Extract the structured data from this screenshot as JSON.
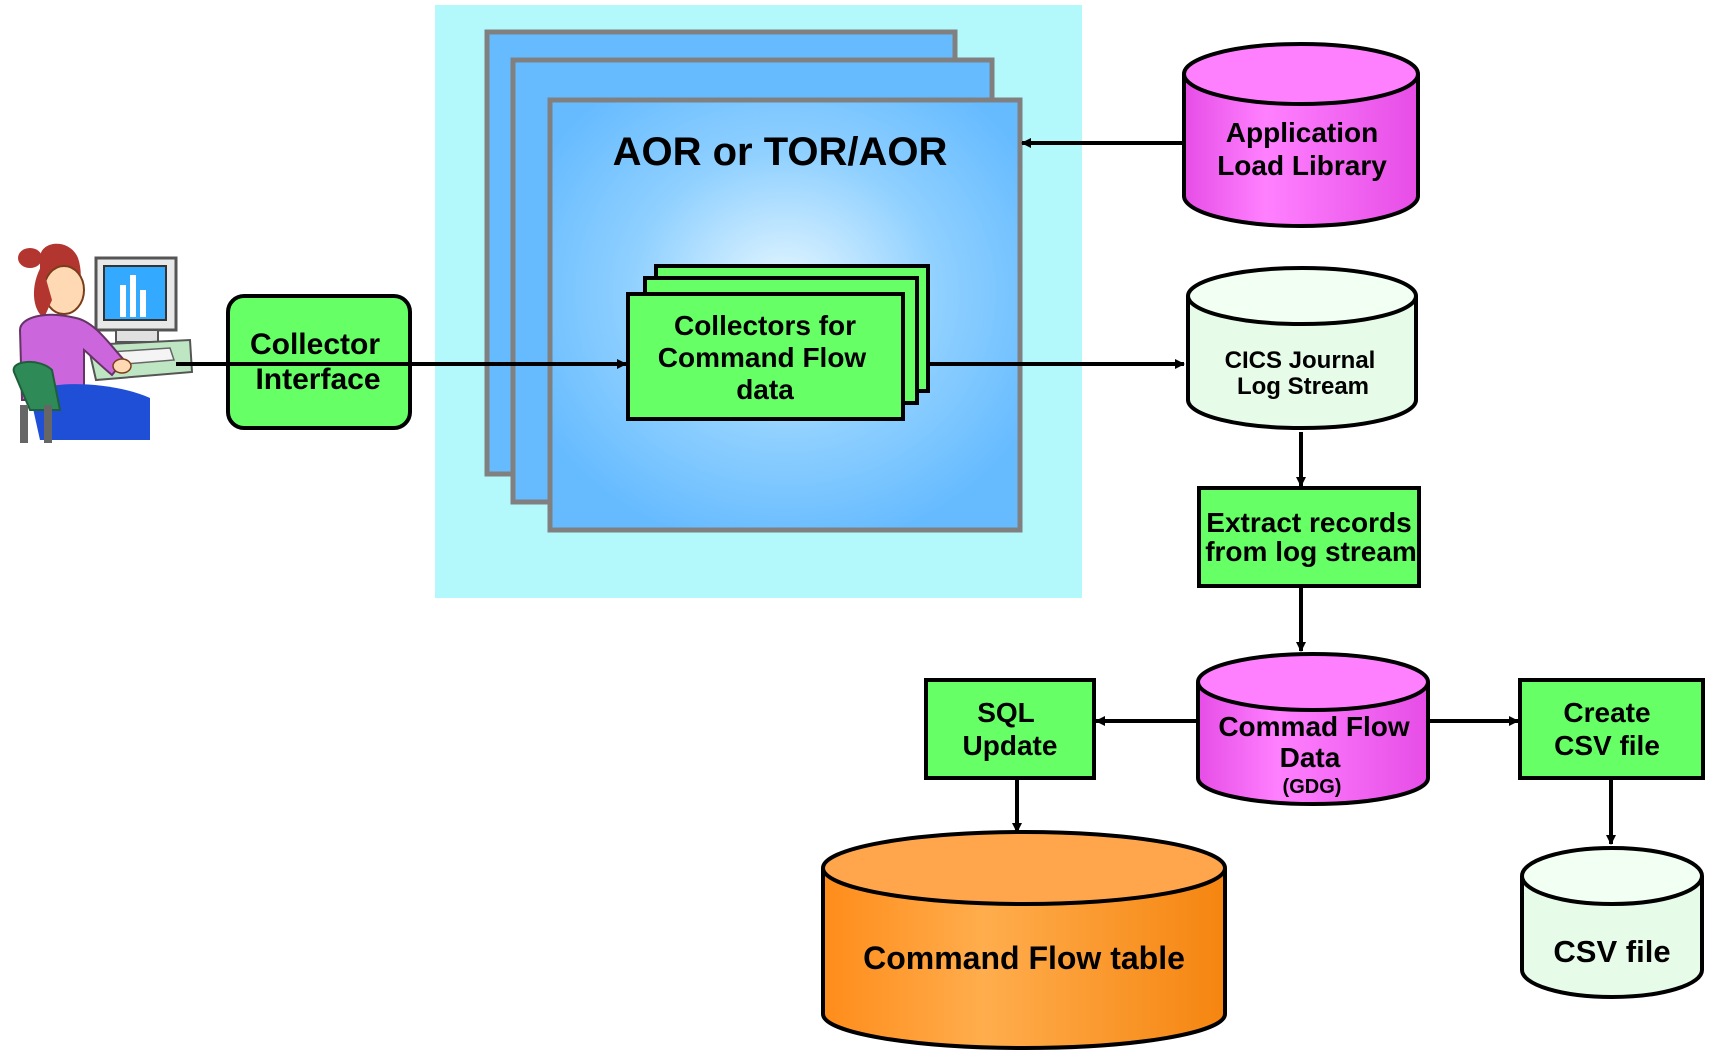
{
  "region": {
    "title": "AOR or TOR/AOR"
  },
  "collectors_box": {
    "line1": "Collectors for",
    "line2": "Command Flow",
    "line3": "data"
  },
  "collector_interface": {
    "line1": "Collector",
    "line2": "Interface"
  },
  "app_load_library": {
    "line1": "Application",
    "line2": "Load Library"
  },
  "cics_journal": {
    "line1": "CICS Journal",
    "line2": "Log Stream"
  },
  "extract_box": {
    "line1": "Extract records",
    "line2": "from log stream"
  },
  "command_flow_data": {
    "line1": "Commad Flow",
    "line2": "Data",
    "line3": "(GDG)"
  },
  "sql_update": {
    "line1": "SQL",
    "line2": "Update"
  },
  "create_csv": {
    "line1": "Create",
    "line2": "CSV file"
  },
  "command_flow_table": {
    "label": "Command Flow table"
  },
  "csv_file": {
    "label": "CSV file"
  },
  "colors": {
    "region_bg": "#b3f8fb",
    "region_panel": "#66bbff",
    "box_green": "#66ff66",
    "db_magenta": "#ff66ff",
    "db_pale_green": "#e6fbe8",
    "db_orange": "#ff9933"
  }
}
